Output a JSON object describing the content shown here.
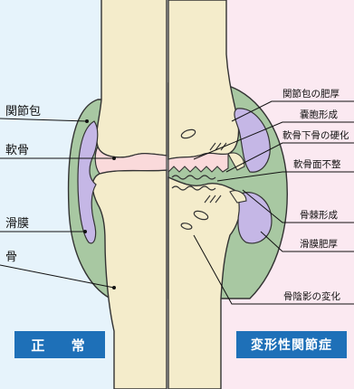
{
  "left_labels": {
    "capsule": "関節包",
    "cartilage": "軟骨",
    "synovium": "滑膜",
    "bone": "骨"
  },
  "right_labels": {
    "capsule_thickening": "関節包の肥厚",
    "cyst_formation": "嚢胞形成",
    "subchondral_sclerosis": "軟骨下骨の硬化",
    "cartilage_irregularity": "軟骨面不整",
    "osteophyte_formation": "骨棘形成",
    "synovial_thickening": "滑膜肥厚",
    "bone_shadow_change": "骨陰影の変化"
  },
  "badges": {
    "normal": "正 常",
    "osteoarthritis": "変形性関節症"
  },
  "colors": {
    "left_bg": "#e6f3fb",
    "right_bg": "#fbe9f1",
    "bone": "#f4eccb",
    "capsule": "#a8c8a2",
    "synovium": "#c5b7e6",
    "cartilage": "#fadadb",
    "badge": "#1e70b8"
  }
}
